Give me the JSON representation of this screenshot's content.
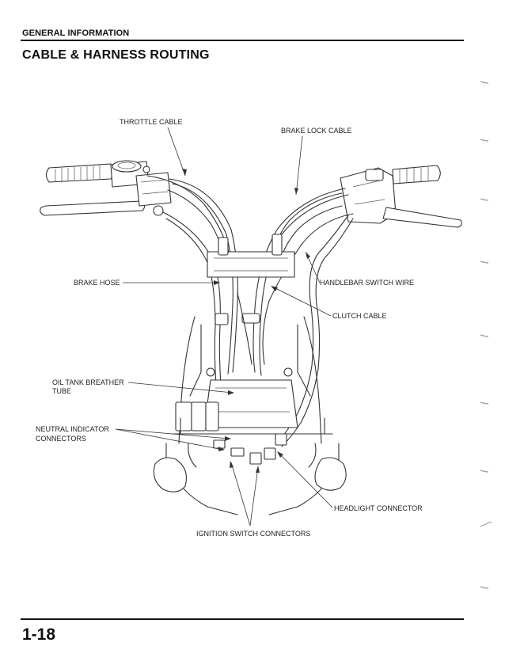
{
  "header": {
    "section": "GENERAL INFORMATION",
    "title": "CABLE & HARNESS ROUTING"
  },
  "figure": {
    "labels": {
      "throttle_cable": "THROTTLE CABLE",
      "brake_lock_cable": "BRAKE LOCK CABLE",
      "brake_hose": "BRAKE HOSE",
      "handlebar_switch_wire": "HANDLEBAR SWITCH WIRE",
      "clutch_cable": "CLUTCH CABLE",
      "oil_tank_breather_tube_line1": "OIL TANK BREATHER",
      "oil_tank_breather_tube_line2": "TUBE",
      "neutral_indicator_line1": "NEUTRAL INDICATOR",
      "neutral_indicator_line2": "CONNECTORS",
      "headlight_connector": "HEADLIGHT CONNECTOR",
      "ignition_switch_connectors": "IGNITION SWITCH CONNECTORS"
    }
  },
  "footer": {
    "page_number": "1-18"
  }
}
